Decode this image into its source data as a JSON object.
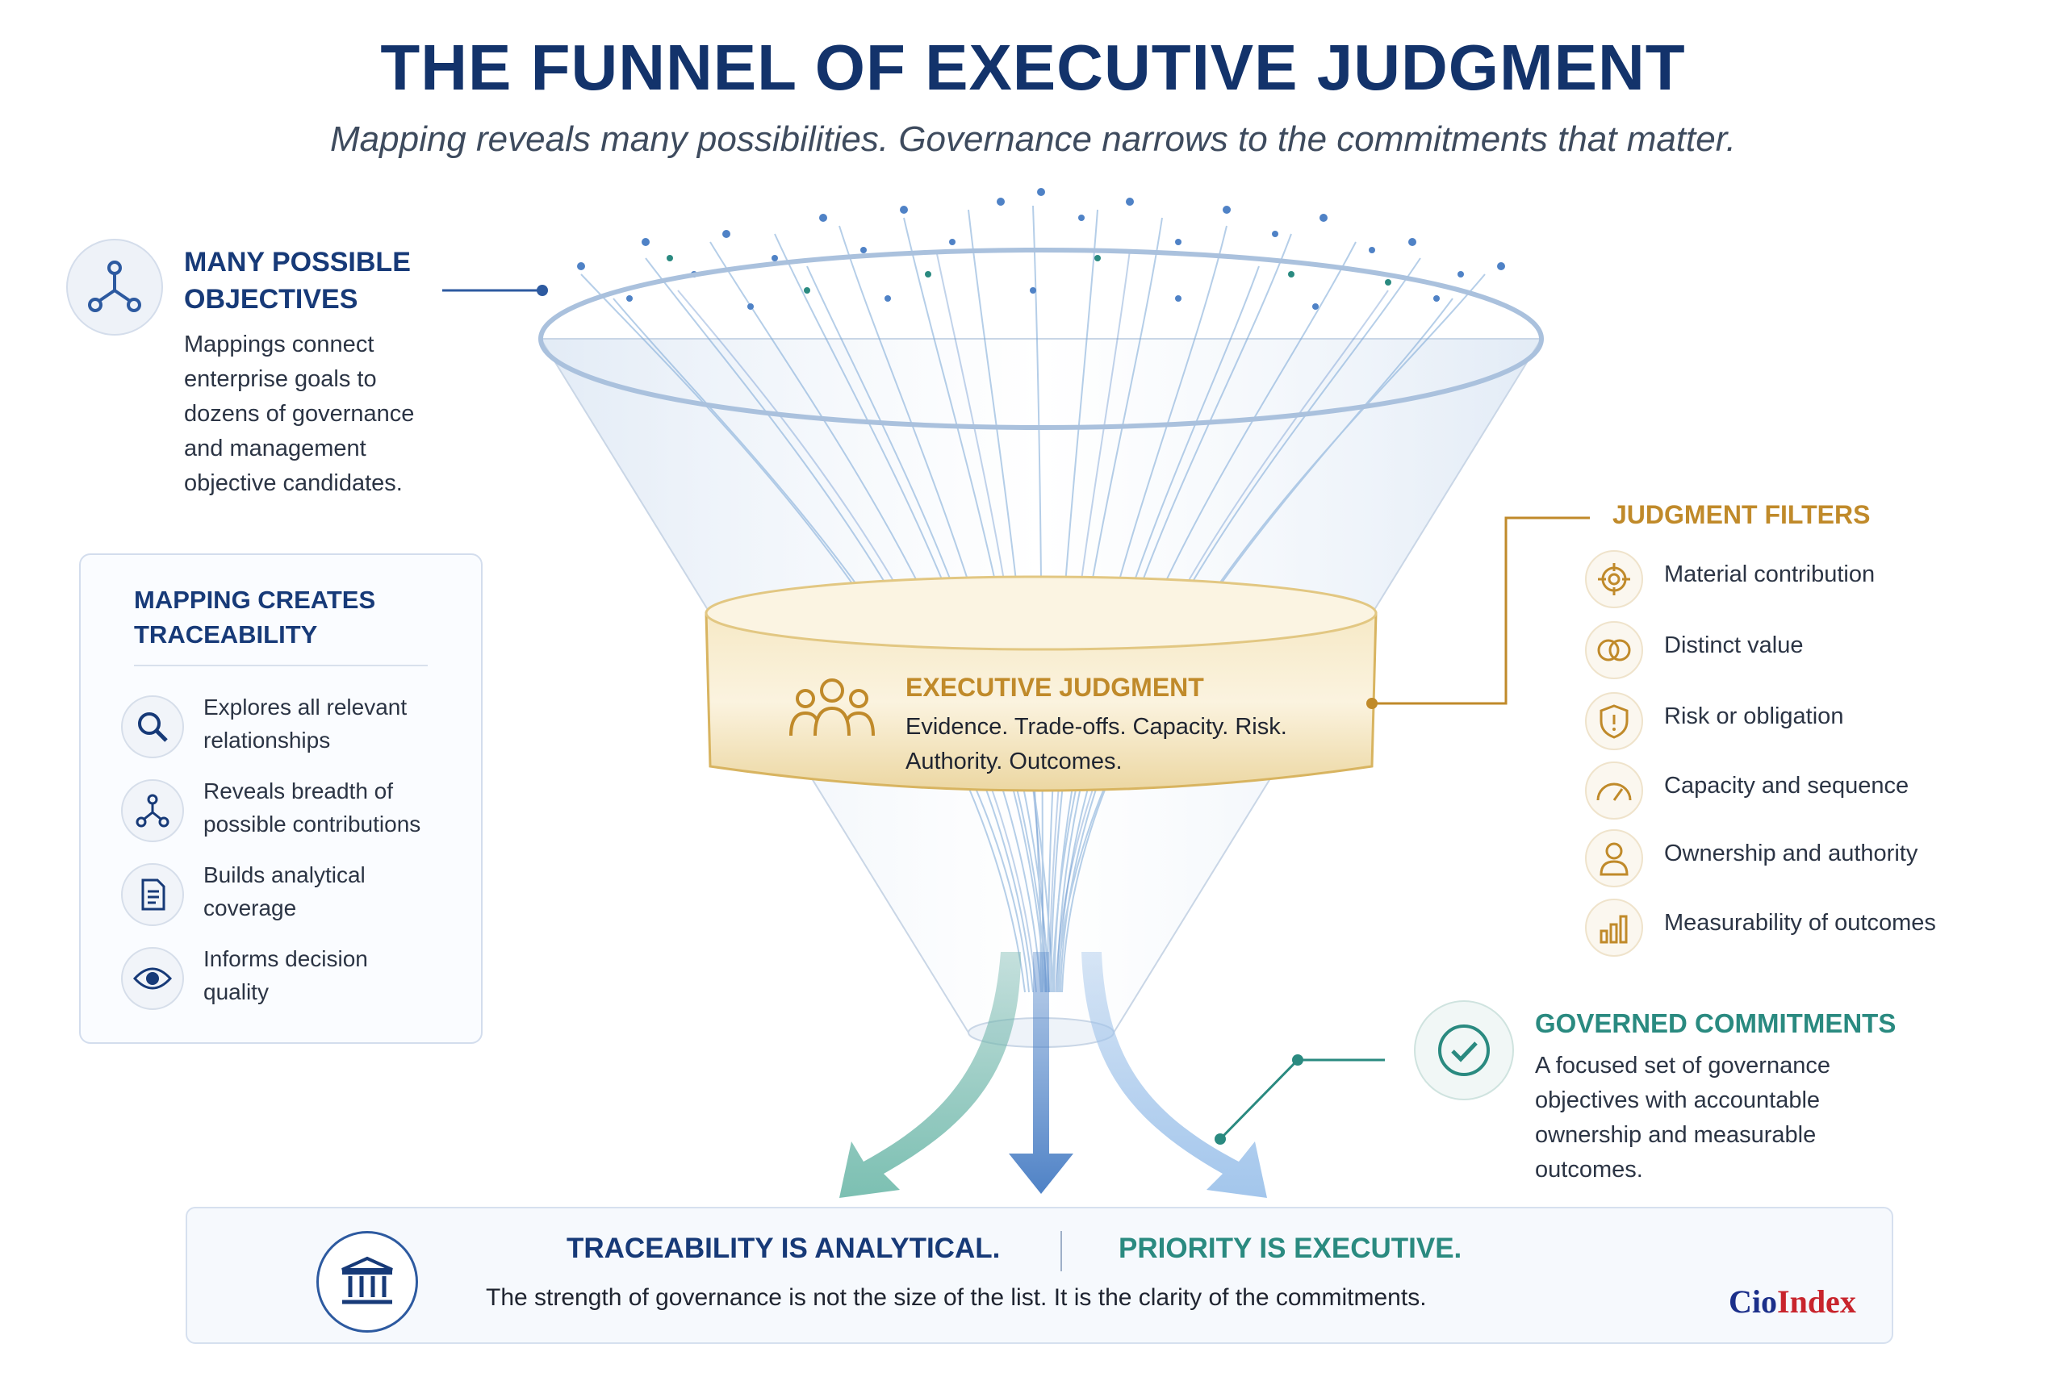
{
  "title": "THE FUNNEL OF EXECUTIVE JUDGMENT",
  "subtitle": "Mapping reveals many possibilities. Governance narrows to the commitments that matter.",
  "objectives": {
    "heading_line1": "MANY POSSIBLE",
    "heading_line2": "OBJECTIVES",
    "body_lines": [
      "Mappings connect",
      "enterprise goals to",
      "dozens of governance",
      "and management",
      "objective candidates."
    ],
    "icon": "network-icon"
  },
  "traceability_panel": {
    "heading_line1": "MAPPING CREATES",
    "heading_line2": "TRACEABILITY",
    "items": [
      {
        "line1": "Explores all relevant",
        "line2": "relationships",
        "icon": "magnifier-icon"
      },
      {
        "line1": "Reveals breadth of",
        "line2": "possible contributions",
        "icon": "network-icon"
      },
      {
        "line1": "Builds analytical",
        "line2": "coverage",
        "icon": "document-icon"
      },
      {
        "line1": "Informs decision",
        "line2": "quality",
        "icon": "eye-icon"
      }
    ]
  },
  "executive_judgment": {
    "heading": "EXECUTIVE JUDGMENT",
    "line1": "Evidence. Trade-offs. Capacity. Risk.",
    "line2": "Authority. Outcomes.",
    "icon": "people-icon"
  },
  "judgment_filters": {
    "heading": "JUDGMENT FILTERS",
    "items": [
      {
        "label": "Material contribution",
        "icon": "target-icon"
      },
      {
        "label": "Distinct value",
        "icon": "overlap-circles-icon"
      },
      {
        "label": "Risk or obligation",
        "icon": "shield-icon"
      },
      {
        "label": "Capacity and sequence",
        "icon": "gauge-icon"
      },
      {
        "label": "Ownership and authority",
        "icon": "person-icon"
      },
      {
        "label": "Measurability of outcomes",
        "icon": "bar-chart-icon"
      }
    ]
  },
  "governed": {
    "heading": "GOVERNED COMMITMENTS",
    "body_lines": [
      "A focused set of governance",
      "objectives with accountable",
      "ownership and measurable",
      "outcomes."
    ],
    "icon": "checkmark-icon"
  },
  "bottom": {
    "left_heading": "TRACEABILITY IS ANALYTICAL.",
    "right_heading": "PRIORITY IS EXECUTIVE.",
    "body": "The strength of governance is not the size of the list. It is the clarity of the commitments.",
    "icon": "institution-icon",
    "brand_part1": "Cio",
    "brand_part2": "Index"
  },
  "colors": {
    "navy": "#13336b",
    "gold": "#c08a2a",
    "teal": "#2a8a80",
    "funnel_blue": "#7aa7d6"
  }
}
